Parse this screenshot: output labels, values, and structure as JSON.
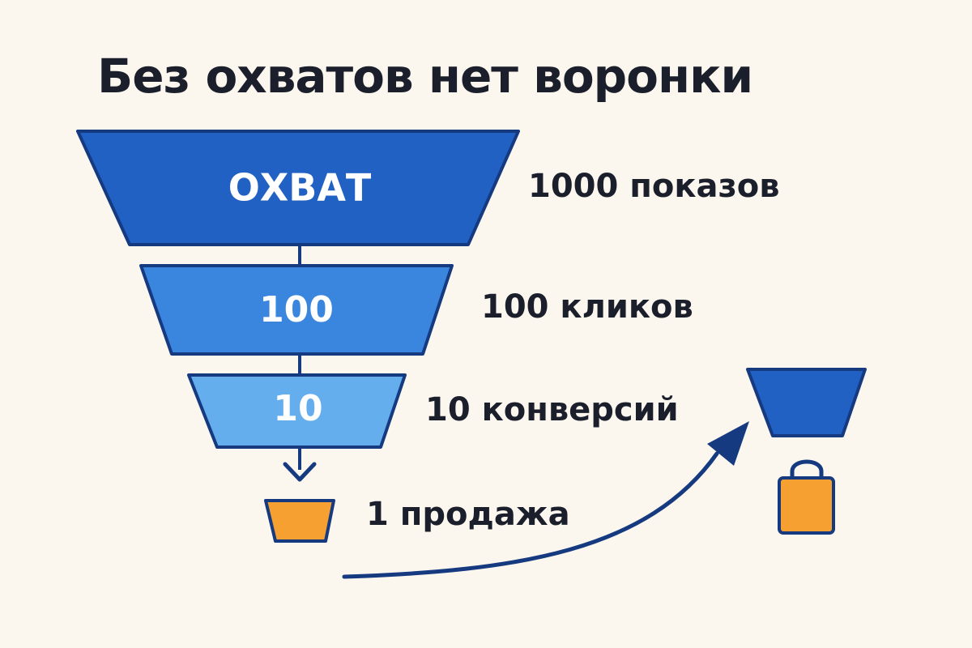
{
  "title": "Без охватов нет воронки",
  "funnel": [
    {
      "label": "ОХВАТ",
      "description": "1000 показов"
    },
    {
      "label": "100",
      "description": "100 кликов"
    },
    {
      "label": "10",
      "description": "10 конверсий"
    },
    {
      "label": "",
      "description": "1 продажа"
    }
  ],
  "colors": {
    "background": "#fbf6ee",
    "stage1": "#2261c4",
    "stage2": "#3a86de",
    "stage3": "#64aeee",
    "stroke": "#163a80",
    "accent": "#f5a030",
    "text": "#1b1f2b"
  },
  "icons": {
    "mini_funnel": "small-funnel-icon",
    "bag": "shopping-bag-icon",
    "growth_arrow": "curved-arrow-icon"
  }
}
